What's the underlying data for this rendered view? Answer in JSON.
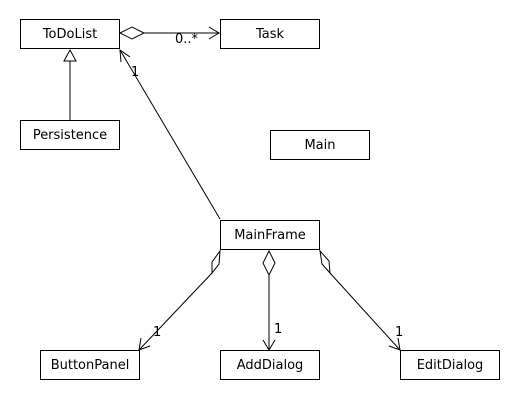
{
  "classes": {
    "todolist": "ToDoList",
    "task": "Task",
    "persistence": "Persistence",
    "main": "Main",
    "mainframe": "MainFrame",
    "buttonpanel": "ButtonPanel",
    "adddialog": "AddDialog",
    "editdialog": "EditDialog"
  },
  "multiplicities": {
    "todolist_task": "0..*",
    "mainframe_todolist": "1",
    "mainframe_buttonpanel": "1",
    "mainframe_adddialog": "1",
    "mainframe_editdialog": "1"
  },
  "relationships": [
    {
      "type": "aggregation",
      "whole": "ToDoList",
      "part": "Task"
    },
    {
      "type": "generalization",
      "child": "Persistence",
      "parent": "ToDoList"
    },
    {
      "type": "association",
      "from": "MainFrame",
      "to": "ToDoList"
    },
    {
      "type": "aggregation",
      "whole": "MainFrame",
      "part": "ButtonPanel"
    },
    {
      "type": "aggregation",
      "whole": "MainFrame",
      "part": "AddDialog"
    },
    {
      "type": "aggregation",
      "whole": "MainFrame",
      "part": "EditDialog"
    }
  ],
  "colors": {
    "line": "#000000",
    "box_fill": "#ffffff",
    "background": "#ffffff"
  }
}
